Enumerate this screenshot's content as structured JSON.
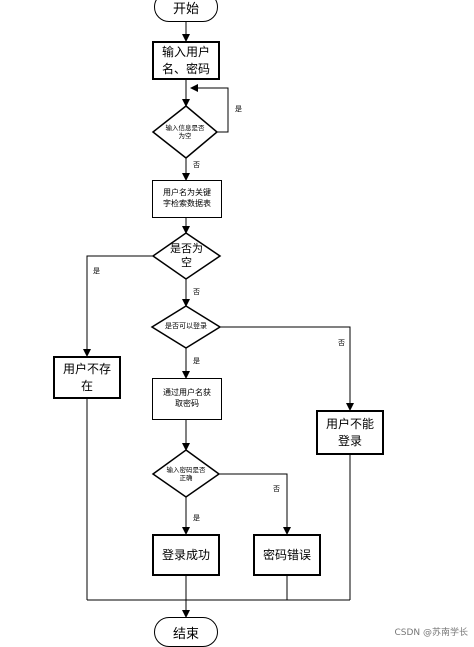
{
  "terminals": {
    "start": "开始",
    "end": "结束"
  },
  "boxes": {
    "input": "输入用户\n名、密码",
    "search": "用户名为关键\n字检索数据表",
    "user_not_exist": "用户不存\n在",
    "get_password": "通过用户名获\n取密码",
    "cannot_login": "用户不能\n登录",
    "login_success": "登录成功",
    "password_error": "密码错误"
  },
  "decisions": {
    "input_empty": "输入信息是否\n为空",
    "result_empty": "是否为\n空",
    "can_login": "是否可以登录",
    "password_correct": "输入密码是否\n正确"
  },
  "labels": {
    "yes": "是",
    "no": "否"
  },
  "watermark": "CSDN @苏南学长",
  "colors": {
    "line": "#000000",
    "background": "#ffffff"
  }
}
